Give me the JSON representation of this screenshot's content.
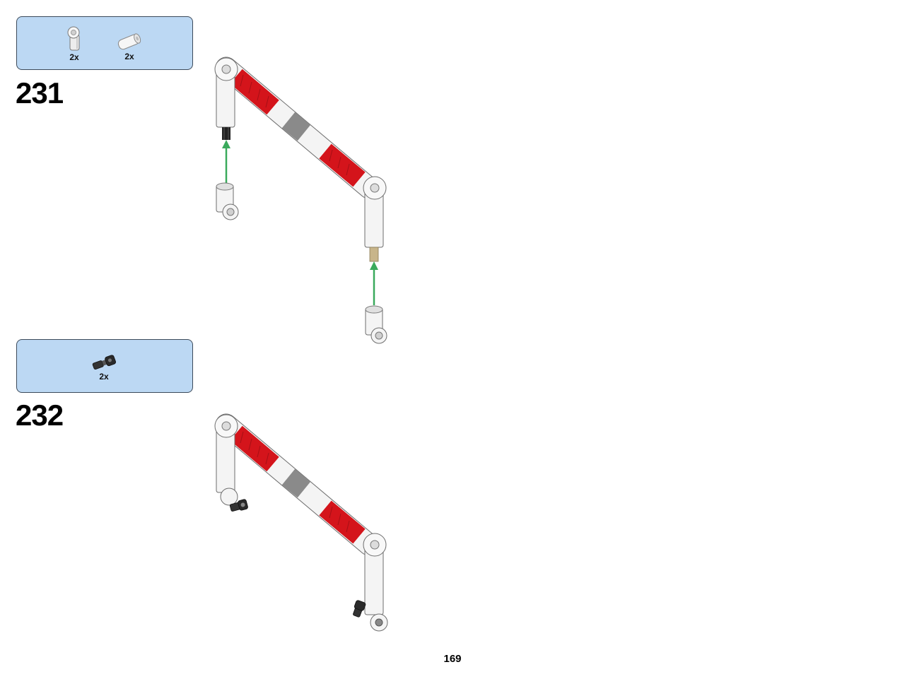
{
  "steps": [
    {
      "number": "231",
      "parts": [
        {
          "icon": "angle-connector-icon",
          "color": "#e8e8e8",
          "qty": "2x"
        },
        {
          "icon": "axle-connector-icon",
          "color": "#f2f2f2",
          "qty": "2x"
        }
      ]
    },
    {
      "number": "232",
      "parts": [
        {
          "icon": "universal-joint-icon",
          "color": "#2a2a2a",
          "qty": "2x"
        }
      ]
    }
  ],
  "colors": {
    "callout_background": "#bcd8f3",
    "beam_red": "#d4141b",
    "beam_white": "#f4f4f4",
    "beam_gray": "#8a8a8a",
    "arrow_green": "#3aaa5c",
    "axle_black": "#222222",
    "axle_tan": "#c8b58a"
  },
  "page_number": "169"
}
